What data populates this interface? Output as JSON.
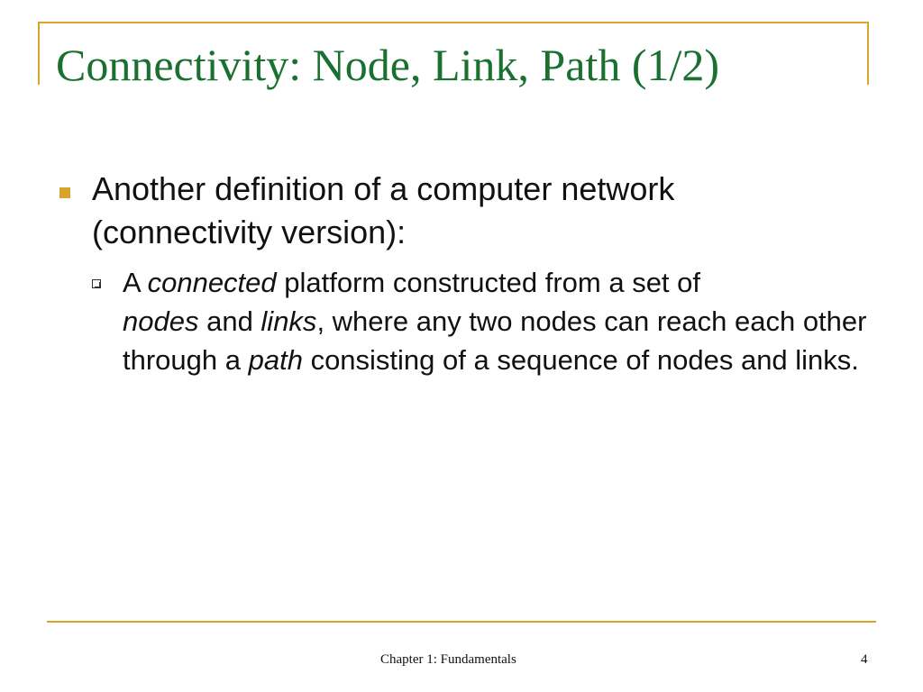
{
  "slide": {
    "title": "Connectivity: Node, Link, Path (1/2)",
    "bullets": [
      {
        "text_line1": "Another definition of a computer network",
        "text_line2": "(connectivity version):",
        "sub_bullets": [
          {
            "parts": [
              {
                "text": "A ",
                "italic": false
              },
              {
                "text": "connected",
                "italic": true
              },
              {
                "text": " platform constructed from a set of ",
                "italic": false
              },
              {
                "text": "nodes",
                "italic": true
              },
              {
                "text": " and ",
                "italic": false
              },
              {
                "text": "links",
                "italic": true
              },
              {
                "text": ", where any two nodes can reach each other through a ",
                "italic": false
              },
              {
                "text": "path",
                "italic": true
              },
              {
                "text": " consisting of a sequence of nodes and links.",
                "italic": false
              }
            ]
          }
        ]
      }
    ]
  },
  "footer": {
    "text": "Chapter 1: Fundamentals",
    "page_number": "4"
  },
  "colors": {
    "title": "#1a7030",
    "accent": "#d6a52a",
    "text": "#111111"
  },
  "icons": {
    "bullet_level_1": "filled-square-icon",
    "bullet_level_2": "box-plus-icon"
  }
}
